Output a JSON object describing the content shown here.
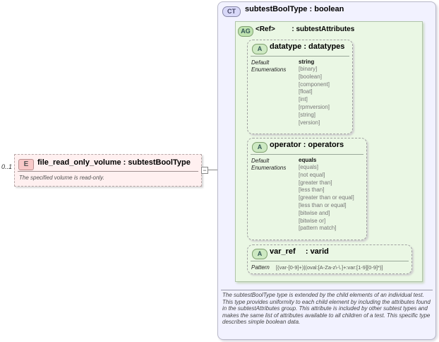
{
  "element": {
    "occurrence": "0..1",
    "badge": "E",
    "name": "file_read_only_volume",
    "type_sep": ":",
    "type": "subtestBoolType",
    "doc": "The specified volume is read-only.",
    "collapse_symbol": "−"
  },
  "complex_type": {
    "badge": "CT",
    "name": "subtestBoolType",
    "type_sep": ":",
    "base": "boolean",
    "doc": "The subtestBoolType type is extended by the child elements of an individual test.  This type provides uniformity to each child element by including the attributes found in the subtestAttributes group.  This attribute is included by other subtest types and makes the same list of attributes available to all children of a test.  This specific type describes simple boolean data."
  },
  "attribute_group": {
    "badge": "AG",
    "ref_label": "<Ref>",
    "type_sep": ":",
    "name": "subtestAttributes"
  },
  "attributes": [
    {
      "badge": "A",
      "name": "datatype",
      "type_sep": ":",
      "type": "datatypes",
      "default_label": "Default",
      "enum_label": "Enumerations",
      "default": "string",
      "enumerations": [
        "[binary]",
        "[boolean]",
        "[component]",
        "[float]",
        "[int]",
        "[rpmversion]",
        "[string]",
        "[version]"
      ]
    },
    {
      "badge": "A",
      "name": "operator",
      "type_sep": ":",
      "type": "operators",
      "default_label": "Default",
      "enum_label": "Enumerations",
      "default": "equals",
      "enumerations": [
        "[equals]",
        "[not equal]",
        "[greater than]",
        "[less than]",
        "[greater than or equal]",
        "[less than or equal]",
        "[bitwise and]",
        "[bitwise or]",
        "[pattern match]"
      ]
    },
    {
      "badge": "A",
      "name": "var_ref",
      "type_sep": ":",
      "type": "varid",
      "pattern_label": "Pattern",
      "pattern": "[(var-[0-9]+)|(oval:[A-Za-z\\-\\.]+:var:[1-9][0-9]*)]"
    }
  ],
  "colors": {
    "element_fill": "#fff0f0",
    "complex_type_fill": "#f2f2ff",
    "attribute_fill": "#eaf7e4"
  }
}
